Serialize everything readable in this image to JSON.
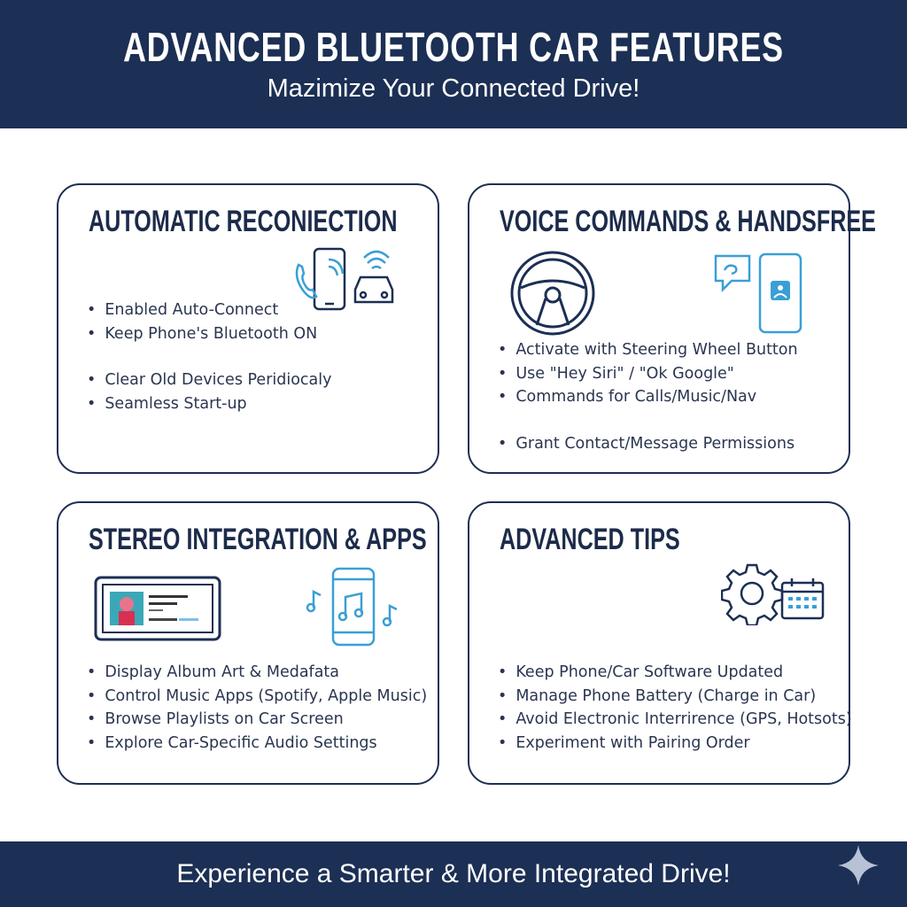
{
  "header": {
    "title": "ADVANCED BLUETOOTH CAR FEATURES",
    "subtitle": "Mazimize Your Connected Drive!"
  },
  "cards": [
    {
      "title": "AUTOMATIC RECONIECTION",
      "items": [
        "Enabled Auto-Connect",
        "Keep Phone's Bluetooth ON",
        "Clear Old Devices Peridiocaly",
        "Seamless Start-up"
      ],
      "icons": [
        "phone-call-icon",
        "car-wifi-icon"
      ]
    },
    {
      "title": "VOICE COMMANDS & HANDSFREE",
      "items": [
        "Activate with Steering Wheel Button",
        "Use \"Hey Siri\" / \"Ok Google\"",
        "Commands for Calls/Music/Nav",
        "Grant Contact/Message Permissions"
      ],
      "icons": [
        "steering-wheel-icon",
        "chat-bubble-icon",
        "phone-contact-icon"
      ]
    },
    {
      "title": "STEREO INTEGRATION & APPS",
      "items": [
        "Display Album Art & Medafata",
        "Control Music Apps (Spotify, Apple Music)",
        "Browse Playlists on Car Screen",
        "Explore Car-Specific Audio Settings"
      ],
      "icons": [
        "car-stereo-screen-icon",
        "phone-music-icon"
      ]
    },
    {
      "title": "ADVANCED TIPS",
      "items": [
        "Keep Phone/Car Software Updated",
        "Manage Phone Battery (Charge in Car)",
        "Avoid Electronic Interrirence (GPS, Hotsots)",
        "Experiment with Pairing Order"
      ],
      "icons": [
        "gear-icon",
        "calendar-icon"
      ]
    }
  ],
  "footer": {
    "text": "Experience a Smarter & More Integrated Drive!"
  },
  "colors": {
    "navy": "#1c2f54",
    "icon_blue": "#3a9fd6"
  }
}
